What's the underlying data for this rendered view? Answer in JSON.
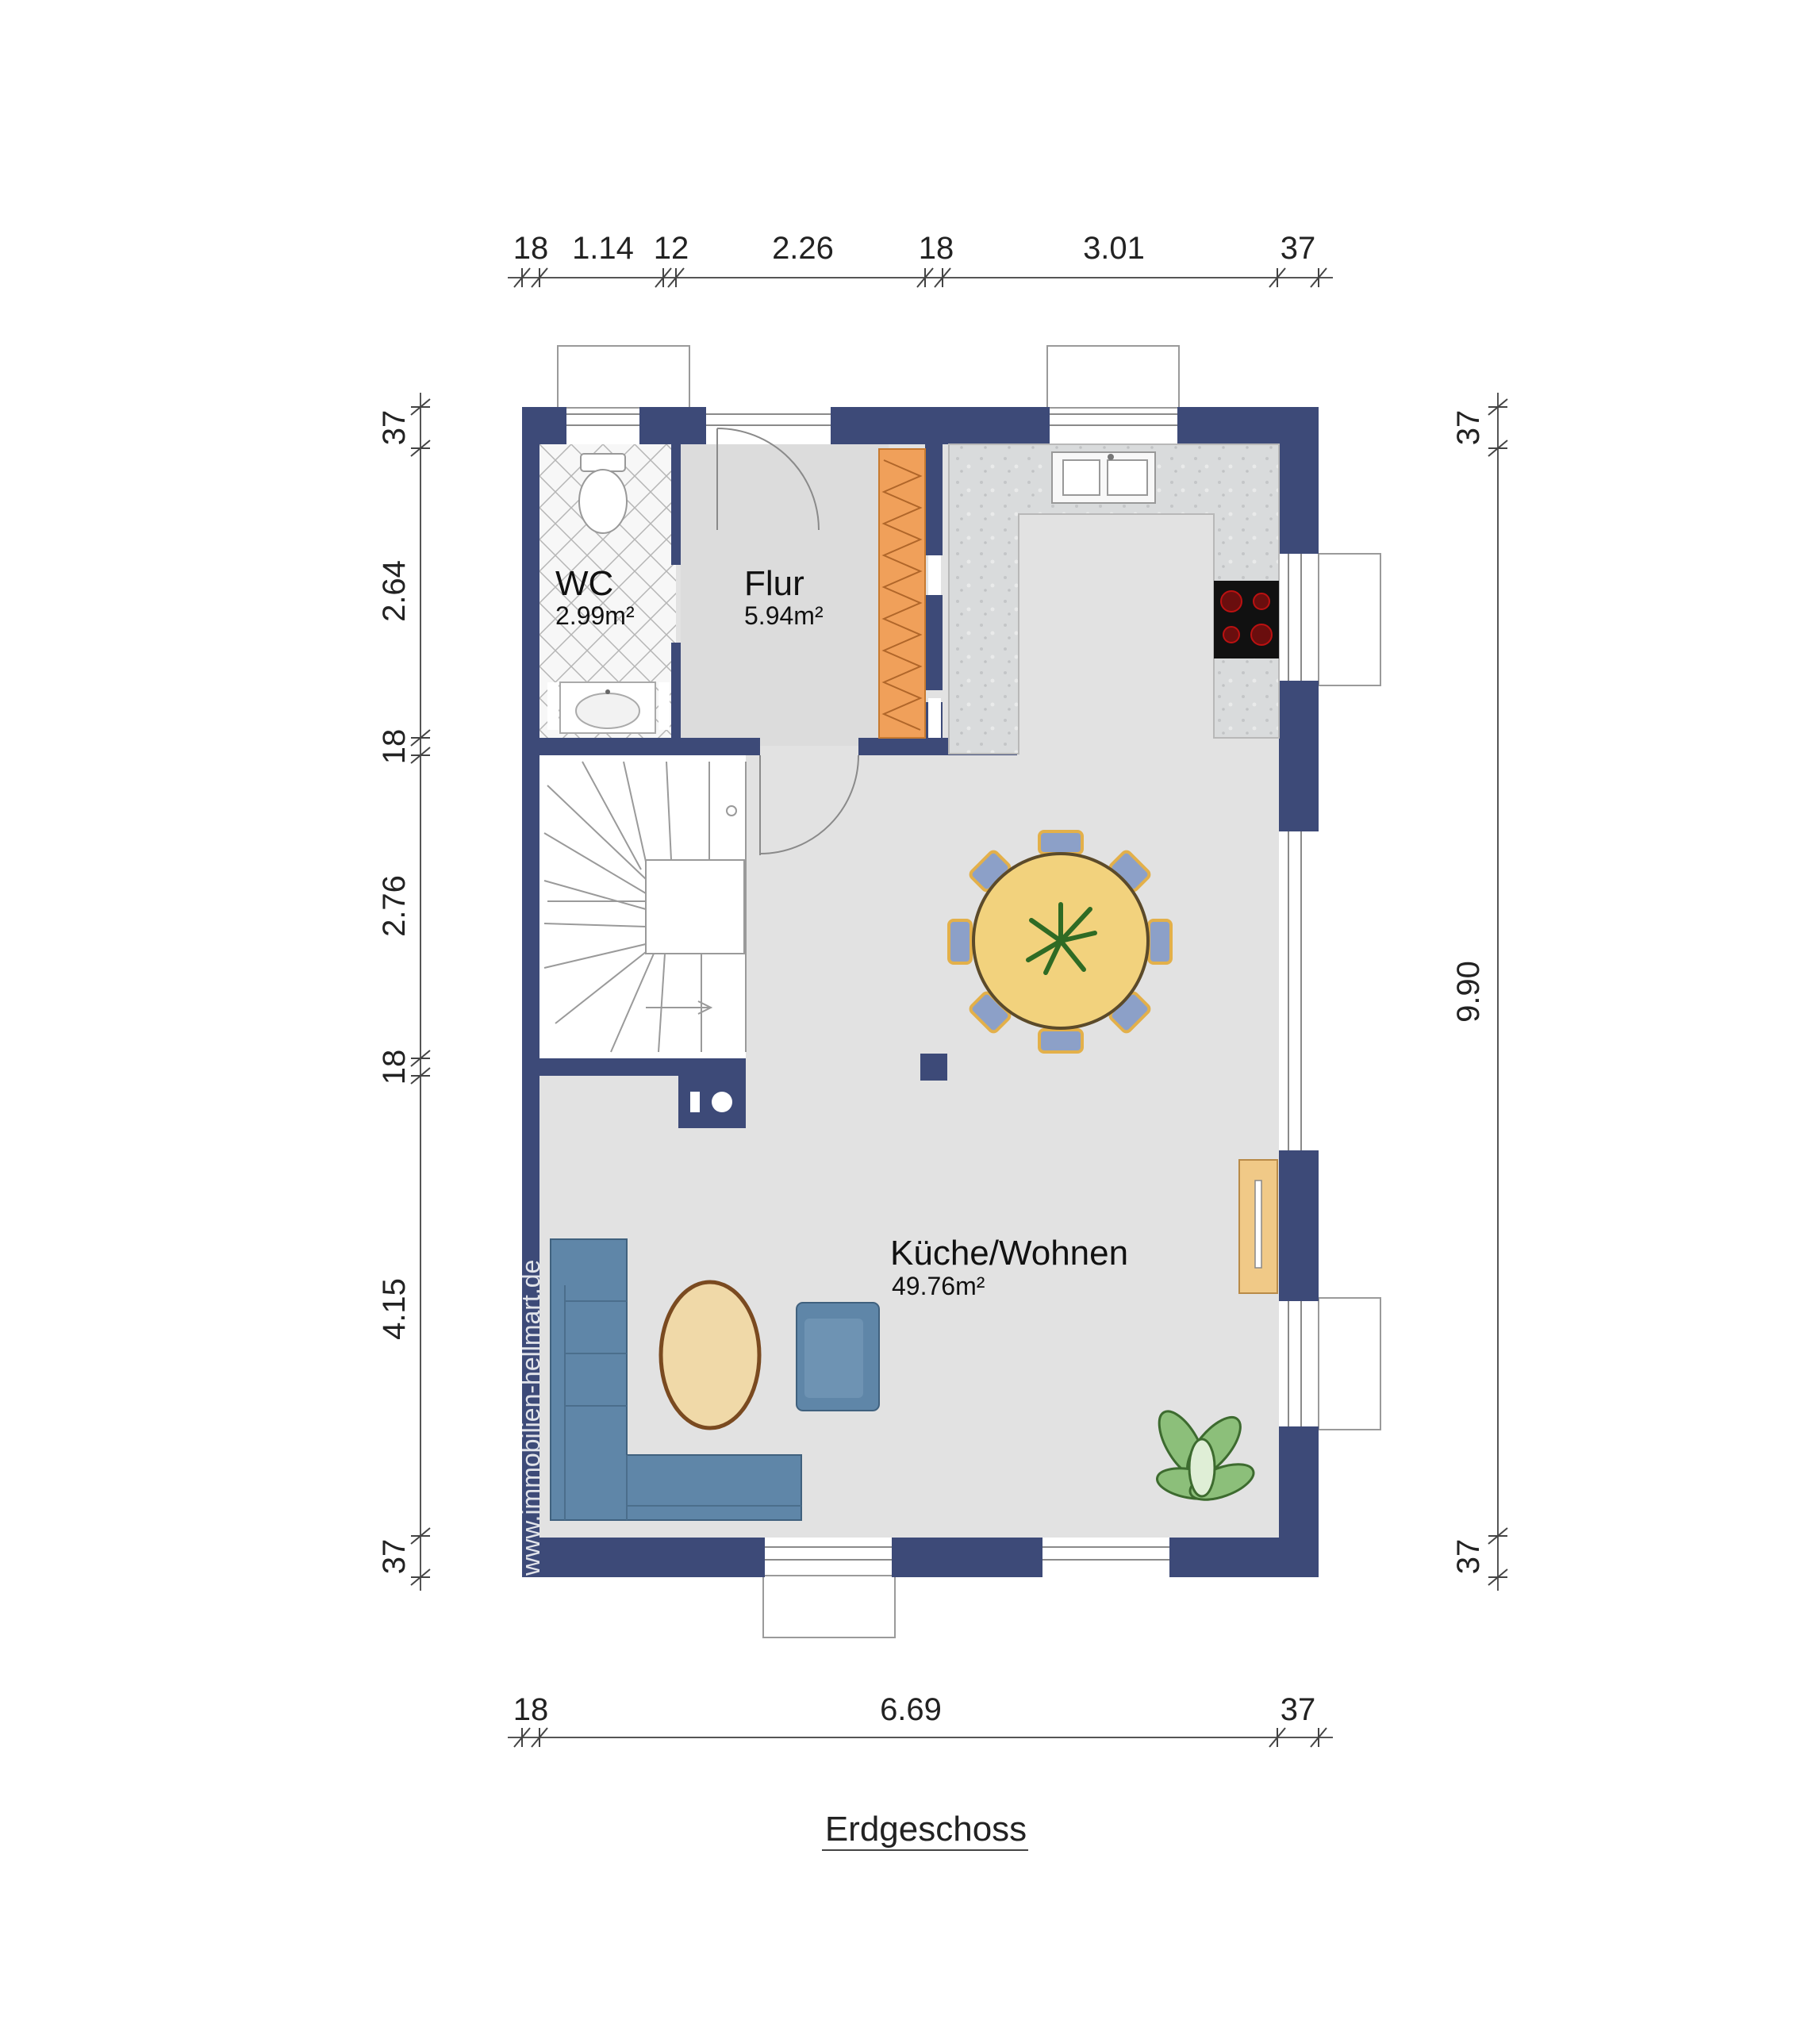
{
  "colors": {
    "wall": "#3d4a78",
    "floor": "#e2e2e2",
    "wc_floor": "#f4f4f4",
    "stair_floor": "#ffffff",
    "counter": "#d8dadb",
    "sofa": "#5f86a8",
    "table": "#f2d27d",
    "shelf": "#f0a05a"
  },
  "dimensions": {
    "top": [
      "18",
      "1.14",
      "12",
      "2.26",
      "18",
      "3.01",
      "37"
    ],
    "bottom": [
      "18",
      "6.69",
      "37"
    ],
    "left": [
      "37",
      "2.64",
      "18",
      "2.76",
      "18",
      "4.15",
      "37"
    ],
    "right": [
      "37",
      "9.90",
      "37"
    ]
  },
  "rooms": {
    "wc": {
      "name": "WC",
      "area": "2.99m²"
    },
    "flur": {
      "name": "Flur",
      "area": "5.94m²"
    },
    "kueche": {
      "name": "Küche/Wohnen",
      "area": "49.76m²"
    }
  },
  "watermark": "www.immobilien-hellmart.de",
  "title": "Erdgeschoss"
}
